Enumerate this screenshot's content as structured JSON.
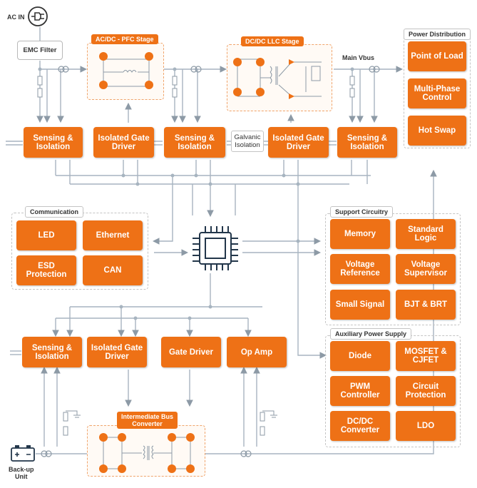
{
  "colors": {
    "accent": "#ee7116",
    "line": "#a7b4c0",
    "dashed_border": "#c4c4c4"
  },
  "labels": {
    "ac_in": "AC IN",
    "emc_filter": "EMC Filter",
    "pfc_stage": "AC/DC - PFC Stage",
    "llc_stage": "DC/DC LLC Stage",
    "main_vbus": "Main Vbus",
    "galvanic_isolation": "Galvanic\nIsolation",
    "intermediate_bus": "Intermediate Bus\nConverter",
    "backup_unit": "Back-up\nUnit"
  },
  "top_row": [
    "Sensing &\nIsolation",
    "Isolated Gate\nDriver",
    "Sensing &\nIsolation",
    "Isolated Gate\nDriver",
    "Sensing &\nIsolation"
  ],
  "power_distribution": {
    "title": "Power Distribution",
    "items": [
      "Point of Load",
      "Multi-Phase\nControl",
      "Hot Swap"
    ]
  },
  "communication": {
    "title": "Communication",
    "items": [
      "LED",
      "Ethernet",
      "ESD\nProtection",
      "CAN"
    ]
  },
  "support_circuitry": {
    "title": "Support Circuitry",
    "items": [
      "Memory",
      "Standard\nLogic",
      "Voltage\nReference",
      "Voltage\nSupervisor",
      "Small Signal",
      "BJT & BRT"
    ]
  },
  "auxiliary_power": {
    "title": "Auxiliary Power Supply",
    "items": [
      "Diode",
      "MOSFET &\nCJFET",
      "PWM\nController",
      "Circuit\nProtection",
      "DC/DC\nConverter",
      "LDO"
    ]
  },
  "bottom_row": [
    "Sensing &\nIsolation",
    "Isolated Gate\nDriver",
    "Gate Driver",
    "Op Amp"
  ],
  "icons": {
    "plug": "power-plug-icon",
    "processor": "processor-chip-icon",
    "battery": "battery-icon",
    "transformer": "transformer-icon",
    "resistor": "resistor-icon"
  }
}
